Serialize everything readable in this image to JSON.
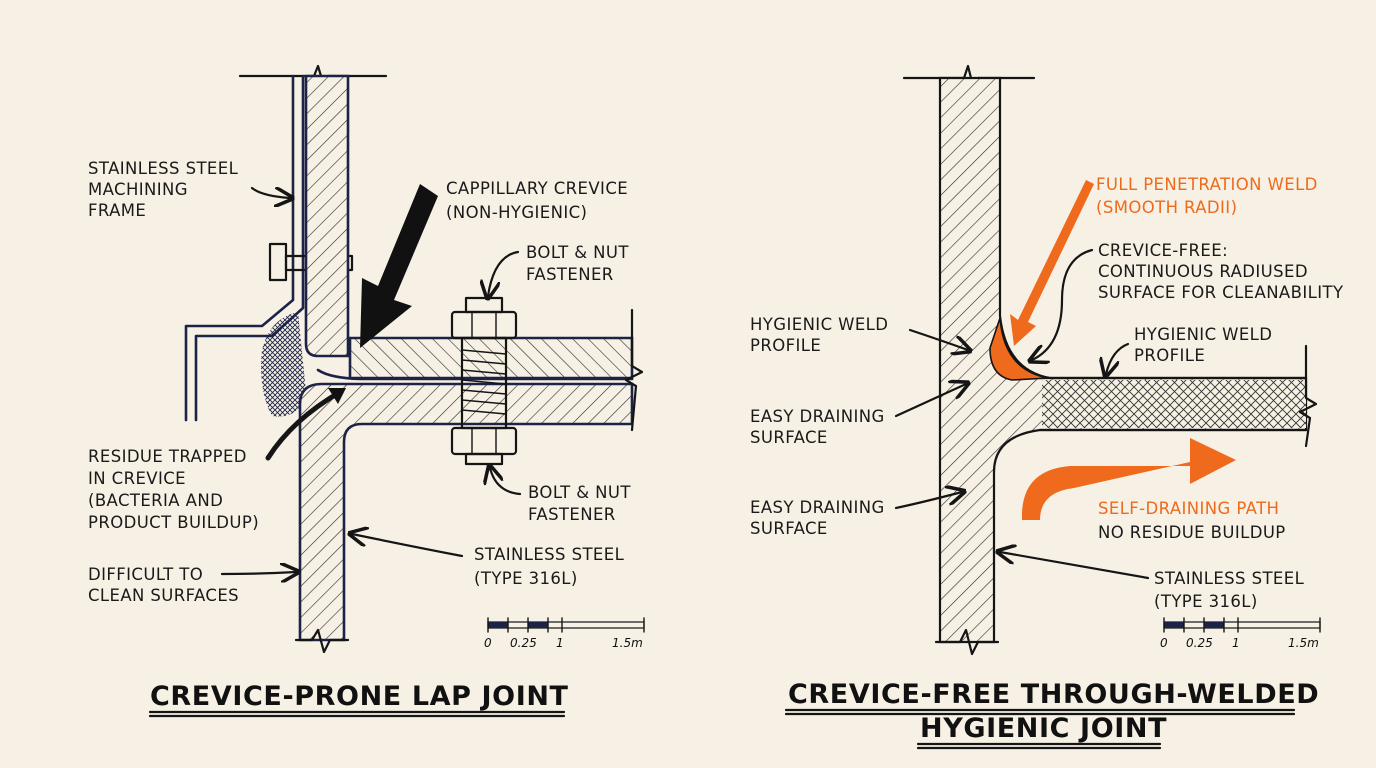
{
  "colors": {
    "background": "#f6f1e4",
    "ink": "#151515",
    "navy": "#1c2347",
    "accent_orange": "#ef6a1c"
  },
  "left": {
    "title": "CREVICE-PRONE LAP JOINT",
    "labels": {
      "frame": [
        "STAINLESS STEEL",
        "MACHINING",
        "FRAME"
      ],
      "capillary": [
        "CAPPILLARY CREVICE",
        "(NON-HYGIENIC)"
      ],
      "bolt_top": [
        "BOLT & NUT",
        "FASTENER"
      ],
      "bolt_bottom": [
        "BOLT & NUT",
        "FASTENER"
      ],
      "residue": [
        "RESIDUE TRAPPED",
        "IN CREVICE",
        "(BACTERIA AND",
        "PRODUCT BUILDUP)"
      ],
      "steel": [
        "STAINLESS STEEL",
        "(TYPE 316L)"
      ],
      "difficult": [
        "DIFFICULT TO",
        "CLEAN SURFACES"
      ]
    },
    "scale_ticks": [
      "0",
      "0.25",
      "1",
      "1.5m"
    ]
  },
  "right": {
    "title": [
      "CREVICE-FREE THROUGH-WELDED",
      "HYGIENIC JOINT"
    ],
    "labels": {
      "full_pen": [
        "FULL PENETRATION WELD",
        "(SMOOTH RADII)"
      ],
      "crevice_free": [
        "CREVICE-FREE:",
        "CONTINUOUS RADIUSED",
        "SURFACE FOR CLEANABILITY"
      ],
      "weld_profile_left": [
        "HYGIENIC WELD",
        "PROFILE"
      ],
      "weld_profile_right": [
        "HYGIENIC WELD",
        "PROFILE"
      ],
      "draining_1": [
        "EASY DRAINING",
        "SURFACE"
      ],
      "draining_2": [
        "EASY DRAINING",
        "SURFACE"
      ],
      "self_draining": "SELF-DRAINING PATH",
      "no_residue": "NO RESIDUE BUILDUP",
      "steel": [
        "STAINLESS STEEL",
        "(TYPE 316L)"
      ]
    },
    "scale_ticks": [
      "0",
      "0.25",
      "1",
      "1.5m"
    ]
  }
}
